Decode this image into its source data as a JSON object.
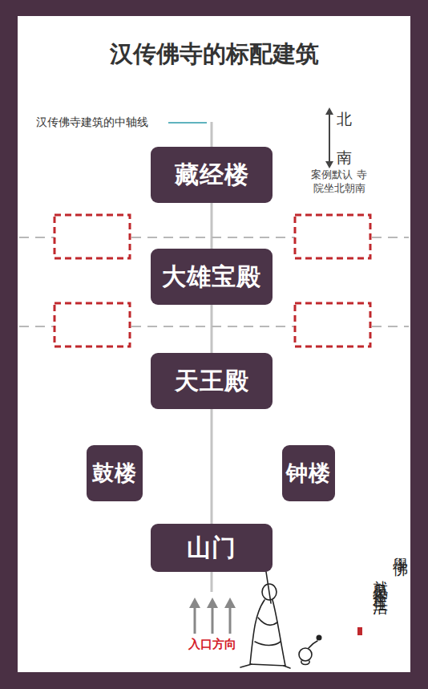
{
  "diagram": {
    "title": "汉传佛寺的标配建筑",
    "nodes": [
      {
        "text": [
          "藏经楼"
        ]
      },
      {
        "text": [
          "大雄宝殿"
        ]
      },
      {
        "text": [
          "天王殿"
        ]
      },
      {
        "text": [
          "鼓楼"
        ]
      },
      {
        "text": [
          "钟楼"
        ]
      },
      {
        "text": [
          "山门"
        ]
      }
    ],
    "labels": [
      "汉传佛寺建筑的中轴线",
      "北",
      "南",
      "案例默认 寺院坐北朝南",
      "入口方向",
      "學佛",
      "就是學會生活"
    ]
  }
}
